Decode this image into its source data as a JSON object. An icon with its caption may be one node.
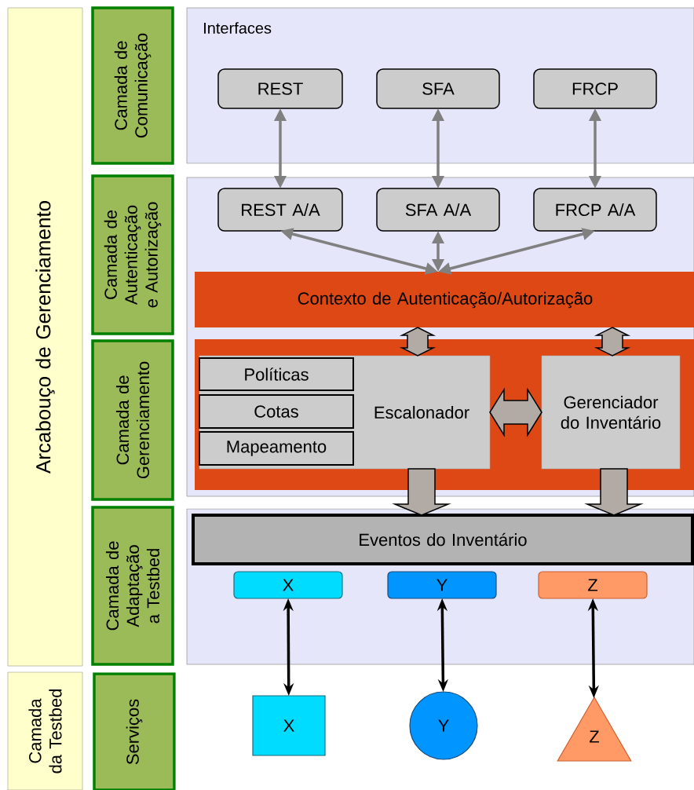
{
  "diagram": {
    "nodes": [
      {
        "text": [
          "Arcabouço de Gerenciamento"
        ]
      },
      {
        "text": [
          "Camada da Testbed"
        ]
      },
      {
        "text": [
          "Camada de Comunicação"
        ]
      },
      {
        "text": [
          "Camada de Autenticação e Autorização"
        ]
      },
      {
        "text": [
          "Camada de Gerenciamento"
        ]
      },
      {
        "text": [
          "Camada de Adaptação a Testbed"
        ]
      },
      {
        "text": [
          "Serviços"
        ]
      },
      {
        "text": [
          "Interfaces"
        ]
      },
      {
        "text": [
          "REST"
        ],
        "in": 7
      },
      {
        "text": [
          "SFA"
        ],
        "in": 7
      },
      {
        "text": [
          "FRCP"
        ],
        "in": 7
      },
      {
        "text": [],
        "shape": "box"
      },
      {
        "text": [
          "REST A/A"
        ],
        "in": 11
      },
      {
        "text": [
          "SFA A/A"
        ],
        "in": 11
      },
      {
        "text": [
          "FRCP A/A"
        ],
        "in": 11
      },
      {
        "text": [
          "Contexto de Autenticação/Autorização"
        ],
        "in": 11
      },
      {
        "text": [],
        "shape": "box",
        "in": 11
      },
      {
        "text": [
          "Escalonador"
        ],
        "in": 16
      },
      {
        "text": [
          "Políticas"
        ],
        "in": 17
      },
      {
        "text": [
          "Cotas"
        ],
        "in": 17
      },
      {
        "text": [
          "Mapeamento"
        ],
        "in": 17
      },
      {
        "text": [
          "Gerenciador do Inventário"
        ],
        "in": 16
      },
      {
        "text": [],
        "shape": "box"
      },
      {
        "text": [
          "Eventos do Inventário"
        ],
        "in": 22
      },
      {
        "text": [
          "X"
        ],
        "in": 22
      },
      {
        "text": [
          "Y"
        ],
        "in": 22
      },
      {
        "text": [
          "Z"
        ],
        "in": 22
      },
      {
        "text": [
          "X"
        ]
      },
      {
        "text": [
          "Y"
        ]
      },
      {
        "text": [
          "Z"
        ]
      }
    ],
    "edges": [
      {
        "from": 8,
        "to": 12,
        "arrow": "both"
      },
      {
        "from": 9,
        "to": 13,
        "arrow": "both"
      },
      {
        "from": 10,
        "to": 14,
        "arrow": "both"
      },
      {
        "from": 12,
        "to": 15,
        "arrow": "both"
      },
      {
        "from": 13,
        "to": 15,
        "arrow": "both"
      },
      {
        "from": 14,
        "to": 15,
        "arrow": "both"
      },
      {
        "from": 15,
        "to": 17,
        "arrow": "both",
        "style": "thick",
        "color": "#b1aaa5"
      },
      {
        "from": 15,
        "to": 21,
        "arrow": "both",
        "style": "thick",
        "color": "#b1aaa5"
      },
      {
        "from": 17,
        "to": 21,
        "arrow": "both",
        "style": "thick",
        "color": "#b1aaa5"
      },
      {
        "from": 17,
        "to": 23,
        "arrow": "to",
        "style": "thick",
        "color": "#b1aaa5"
      },
      {
        "from": 21,
        "to": 23,
        "arrow": "to",
        "style": "thick",
        "color": "#b1aaa5"
      },
      {
        "from": 24,
        "to": 27,
        "arrow": "both",
        "color": "#000000"
      },
      {
        "from": 25,
        "to": 28,
        "arrow": "both",
        "color": "#000000"
      },
      {
        "from": 26,
        "to": 29,
        "arrow": "both",
        "color": "#000000"
      }
    ]
  }
}
